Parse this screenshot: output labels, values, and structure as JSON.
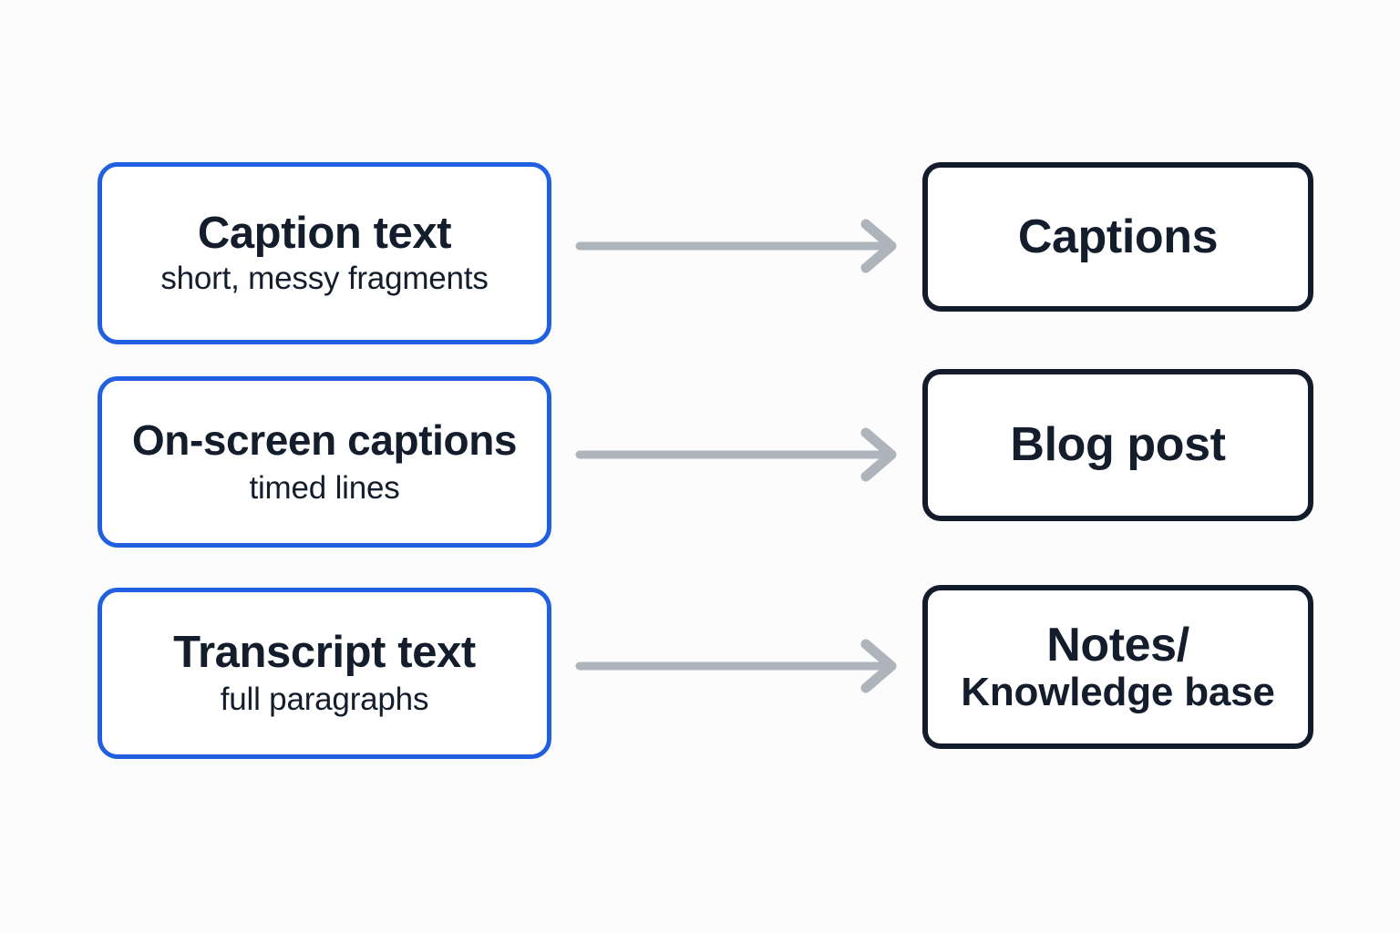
{
  "diagram": {
    "background_color": "#fcfcfc",
    "source_border_color": "#1f5fe0",
    "target_border_color": "#121c2b",
    "arrow_color": "#aeb4bb",
    "text_color": "#131d2b",
    "rows": [
      {
        "source": {
          "title": "Caption text",
          "subtitle": "short, messy fragments"
        },
        "arrow": {
          "glyph": "arrow-right"
        },
        "target": {
          "title": "Captions",
          "subtitle": ""
        }
      },
      {
        "source": {
          "title": "On-screen captions",
          "subtitle": "timed lines"
        },
        "arrow": {
          "glyph": "arrow-right"
        },
        "target": {
          "title": "Blog post",
          "subtitle": ""
        }
      },
      {
        "source": {
          "title": "Transcript text",
          "subtitle": "full paragraphs"
        },
        "arrow": {
          "glyph": "arrow-right"
        },
        "target": {
          "title": "Notes/",
          "subtitle": "Knowledge base"
        }
      }
    ]
  }
}
